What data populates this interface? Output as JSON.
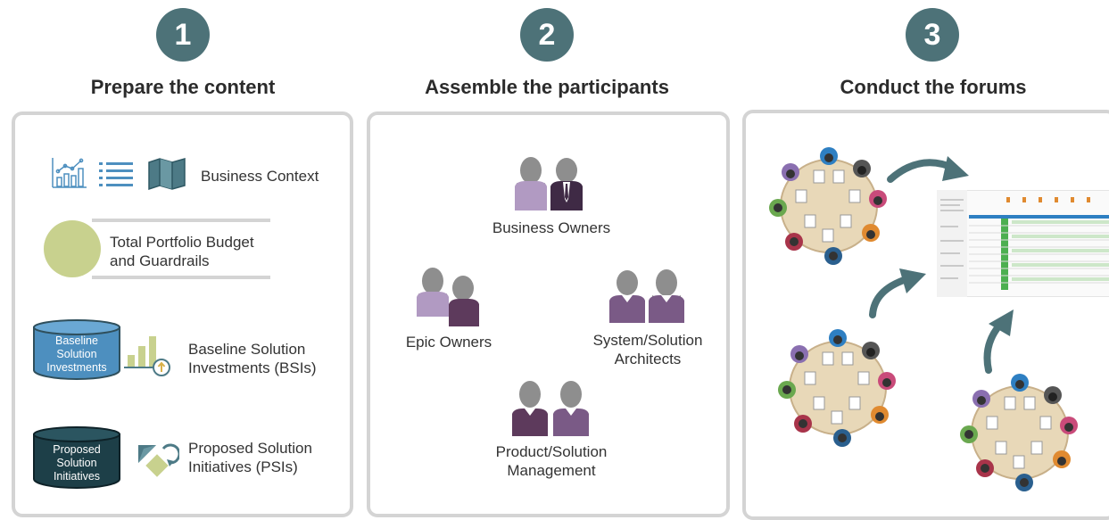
{
  "steps": [
    {
      "number": "1",
      "title": "Prepare the content"
    },
    {
      "number": "2",
      "title": "Assemble the participants"
    },
    {
      "number": "3",
      "title": "Conduct the forums"
    }
  ],
  "prepare": {
    "business_context": "Business Context",
    "budget_line1": "Total Portfolio Budget",
    "budget_line2": "and Guardrails",
    "bsi_cylinder": [
      "Baseline",
      "Solution",
      "Investments"
    ],
    "bsi_line1": "Baseline Solution",
    "bsi_line2": "Investments (BSIs)",
    "psi_cylinder": [
      "Proposed",
      "Solution",
      "Initiatives"
    ],
    "psi_line1": "Proposed Solution",
    "psi_line2": "Initiatives (PSIs)"
  },
  "participants": {
    "business_owners": "Business Owners",
    "epic_owners": "Epic Owners",
    "architects_line1": "System/Solution",
    "architects_line2": "Architects",
    "management_line1": "Product/Solution",
    "management_line2": "Management"
  },
  "colors": {
    "step_circle": "#4d7278",
    "panel_border": "#d4d4d4",
    "budget_circle": "#c8d18e",
    "bsi_cylinder": "#4d8fbf",
    "psi_cylinder": "#1d3f48",
    "person_purple": "#7a5a86",
    "person_lavender": "#b19ac2",
    "person_dark": "#5d3a5c",
    "head_gray": "#8e8e8e",
    "arrow": "#4d7278"
  },
  "icons": [
    "chart-icon",
    "list-icon",
    "map-icon",
    "bar-chart-icon",
    "exchange-icon",
    "people-icon",
    "round-table-icon",
    "spreadsheet-icon",
    "curved-arrow-icon"
  ]
}
